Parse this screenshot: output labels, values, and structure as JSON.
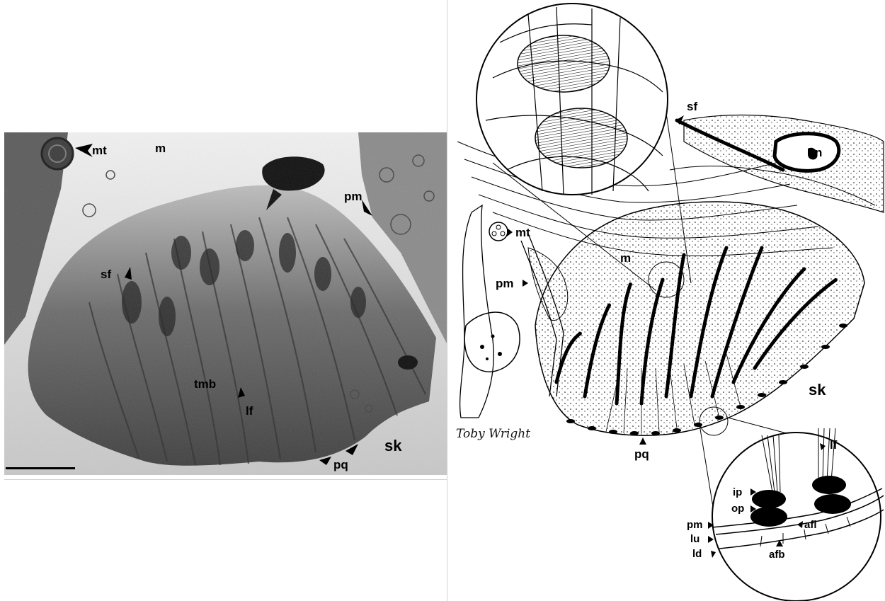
{
  "micrograph": {
    "labels": {
      "mt": "mt",
      "m": "m",
      "pm": "pm",
      "sf": "sf",
      "tmb": "tmb",
      "lf": "lf",
      "sk": "sk",
      "pq": "pq"
    }
  },
  "drawing": {
    "labels": {
      "sf": "sf",
      "n": "n",
      "mt": "mt",
      "m": "m",
      "pm": "pm",
      "sk": "sk",
      "pq": "pq"
    },
    "signature": "Toby Wright",
    "inset_labels": {
      "lf": "lf",
      "ip": "ip",
      "op": "op",
      "pm": "pm",
      "lu": "lu",
      "ld": "ld",
      "afl": "afl",
      "afb": "afb"
    }
  },
  "colors": {
    "micrograph_dark": "#2a2a2a",
    "micrograph_light": "#e6e6e6",
    "ink": "#000000"
  }
}
